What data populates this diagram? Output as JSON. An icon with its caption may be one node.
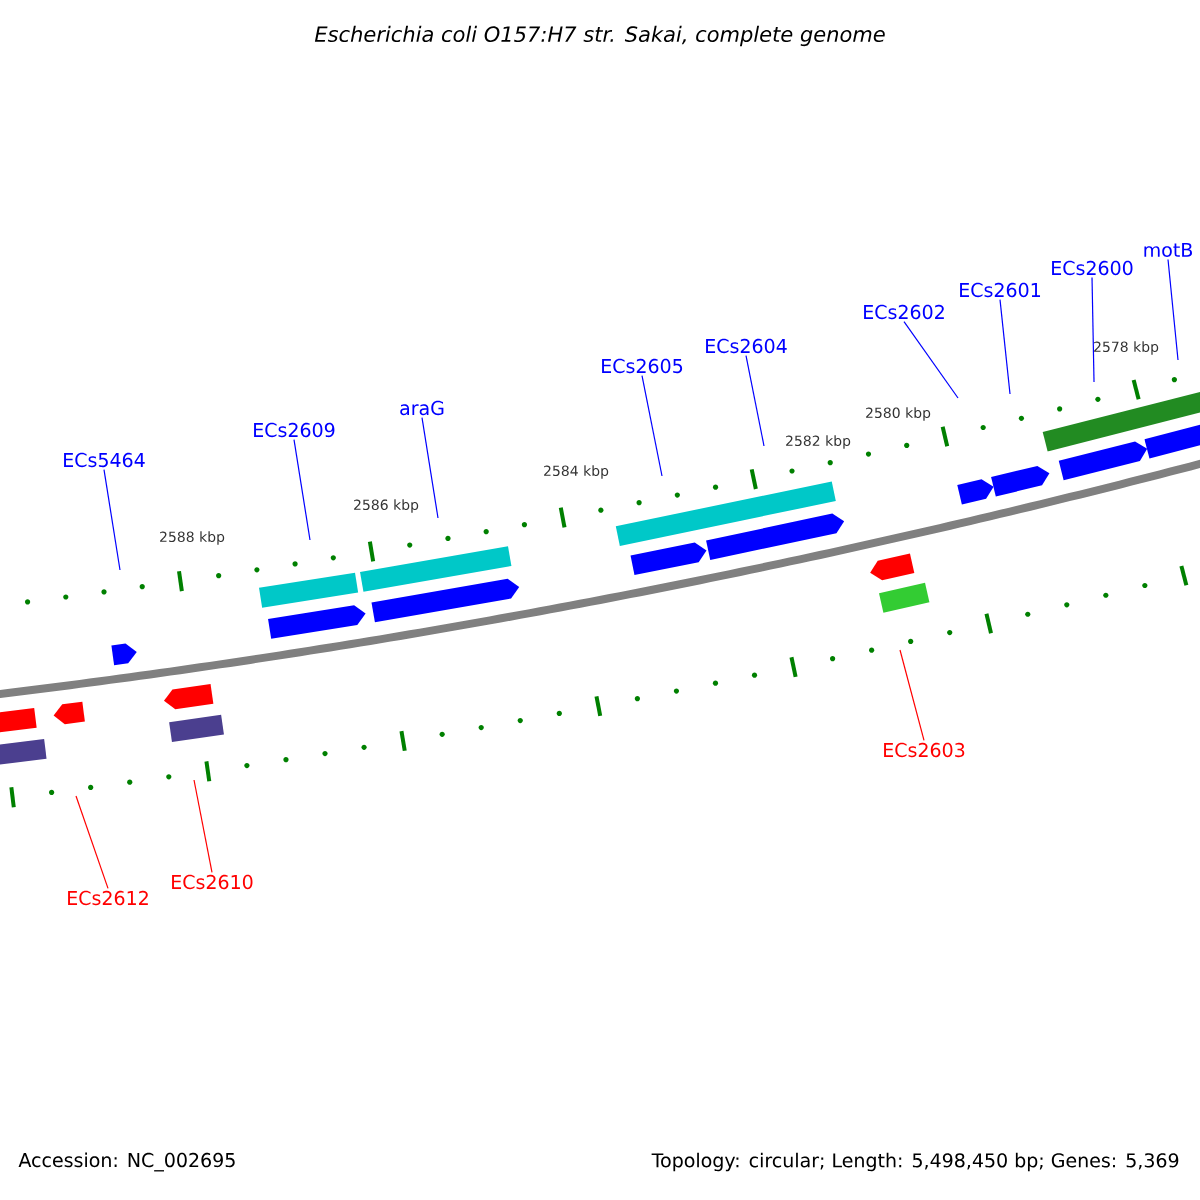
{
  "diagram": {
    "title": "Escherichia coli O157:H7 str. Sakai, complete genome",
    "nodes": [
      {
        "text": [
          "ECs5464"
        ]
      },
      {
        "text": [
          "ECs2609"
        ]
      },
      {
        "text": [
          "araG"
        ]
      },
      {
        "text": [
          "ECs2605"
        ]
      },
      {
        "text": [
          "ECs2604"
        ]
      },
      {
        "text": [
          "ECs2602"
        ]
      },
      {
        "text": [
          "ECs2601"
        ]
      },
      {
        "text": [
          "ECs2600"
        ]
      },
      {
        "text": [
          "motB"
        ]
      },
      {
        "text": [
          "ECs2603"
        ]
      },
      {
        "text": [
          "ECs2612"
        ]
      },
      {
        "text": [
          "ECs2610"
        ]
      }
    ],
    "edges": [
      {
        "from": 0,
        "to": null,
        "arrow": "none",
        "color": "#0000ff"
      },
      {
        "from": 1,
        "to": null,
        "arrow": "none",
        "color": "#0000ff"
      },
      {
        "from": 2,
        "to": null,
        "arrow": "none",
        "color": "#0000ff"
      },
      {
        "from": 3,
        "to": null,
        "arrow": "none",
        "color": "#0000ff"
      },
      {
        "from": 4,
        "to": null,
        "arrow": "none",
        "color": "#0000ff"
      },
      {
        "from": 5,
        "to": null,
        "arrow": "none",
        "color": "#0000ff"
      },
      {
        "from": 6,
        "to": null,
        "arrow": "none",
        "color": "#0000ff"
      },
      {
        "from": 7,
        "to": null,
        "arrow": "none",
        "color": "#0000ff"
      },
      {
        "from": 8,
        "to": null,
        "arrow": "none",
        "color": "#0000ff"
      },
      {
        "from": 9,
        "to": null,
        "arrow": "none",
        "color": "#ff0000"
      },
      {
        "from": 10,
        "to": null,
        "arrow": "none",
        "color": "#ff0000"
      },
      {
        "from": 11,
        "to": null,
        "arrow": "none",
        "color": "#ff0000"
      }
    ],
    "labels": [
      "2588 kbp",
      "2586 kbp",
      "2584 kbp",
      "2582 kbp",
      "2580 kbp",
      "2578 kbp",
      "Accession: NC_002695",
      "Topology: circular; Length: 5,498,450 bp; Genes: 5,369"
    ]
  }
}
